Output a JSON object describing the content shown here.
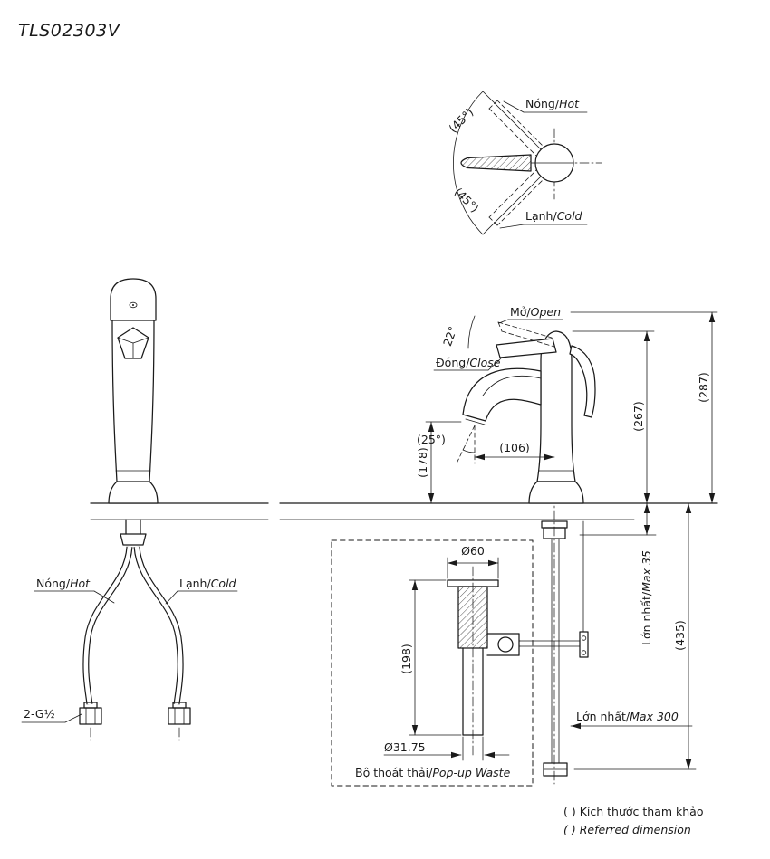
{
  "colors": {
    "ink": "#1a1a1a",
    "bg": "#ffffff"
  },
  "title": "TLS02303V",
  "top_view": {
    "hot_vi": "Nóng/",
    "hot_en": "Hot",
    "cold_vi": "Lạnh/",
    "cold_en": "Cold",
    "angle_upper": "(45°)",
    "angle_lower": "(45°)"
  },
  "side_view": {
    "open_vi": "Mở/",
    "open_en": "Open",
    "open_angle": "22°",
    "close_vi": "Đóng/",
    "close_en": "Close",
    "spout_angle": "(25°)",
    "dim_reach": "(106)",
    "dim_spout_height": "(178)",
    "dim_height_closed": "(267)",
    "dim_height_open": "(287)",
    "max_deck_vi": "Lớn nhất/",
    "max_deck_en": "Max 35",
    "dim_below": "(435)",
    "max_hose_vi": "Lớn nhất/",
    "max_hose_en": "Max 300"
  },
  "front_view": {
    "hot_vi": "Nóng/",
    "hot_en": "Hot",
    "cold_vi": "Lạnh/",
    "cold_en": "Cold",
    "thread": "2-G½"
  },
  "popup": {
    "dim_flange": "Ø60",
    "dim_length": "(198)",
    "dim_pipe": "Ø31.75",
    "label_vi": "Bộ thoát thải/",
    "label_en": "Pop-up Waste"
  },
  "legend": {
    "line1": "( ) Kích thước tham khảo",
    "line2": "( ) Referred dimension"
  }
}
